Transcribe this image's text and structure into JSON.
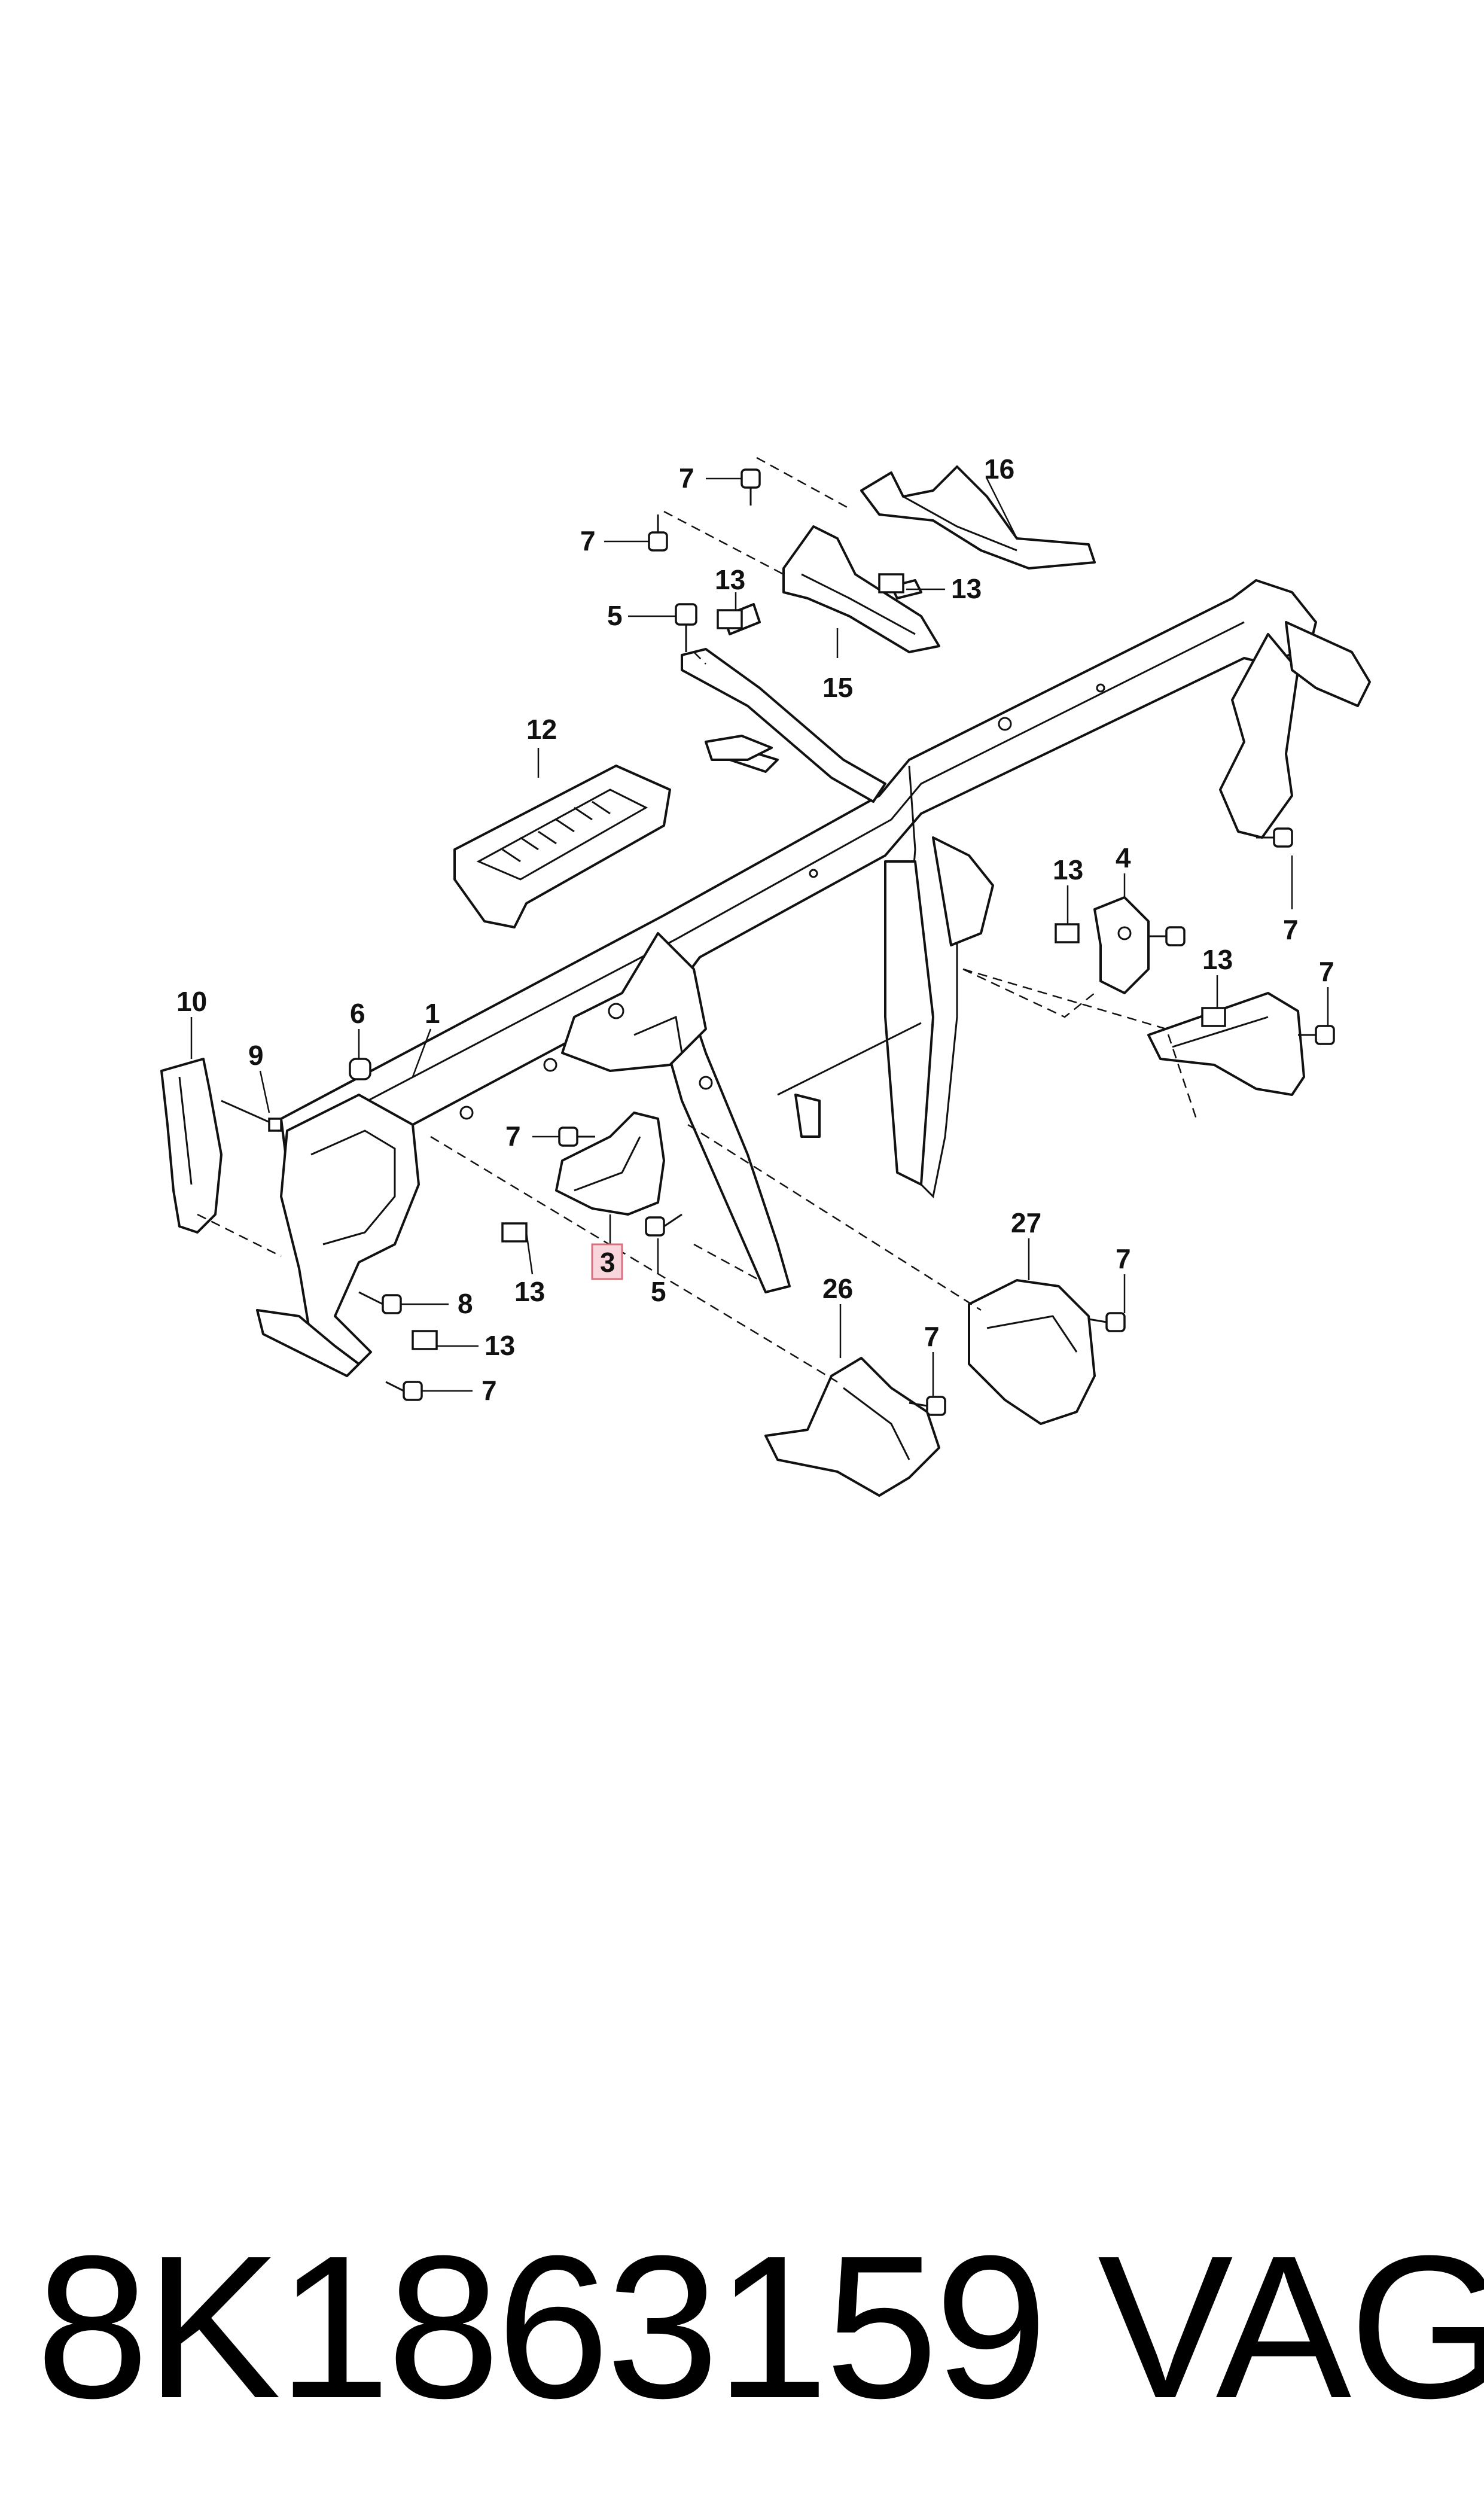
{
  "diagram": {
    "callouts": [
      {
        "id": "c16",
        "text": "16"
      },
      {
        "id": "c7a",
        "text": "7"
      },
      {
        "id": "c7b",
        "text": "7"
      },
      {
        "id": "c13a",
        "text": "13"
      },
      {
        "id": "c13b",
        "text": "13"
      },
      {
        "id": "c5a",
        "text": "5"
      },
      {
        "id": "c15",
        "text": "15"
      },
      {
        "id": "c12",
        "text": "12"
      },
      {
        "id": "c13c",
        "text": "13"
      },
      {
        "id": "c4",
        "text": "4"
      },
      {
        "id": "c7c",
        "text": "7"
      },
      {
        "id": "c13d",
        "text": "13"
      },
      {
        "id": "c7d",
        "text": "7"
      },
      {
        "id": "c10",
        "text": "10"
      },
      {
        "id": "c6",
        "text": "6"
      },
      {
        "id": "c1",
        "text": "1"
      },
      {
        "id": "c9",
        "text": "9"
      },
      {
        "id": "c7e",
        "text": "7"
      },
      {
        "id": "c3",
        "text": "3",
        "highlighted": true
      },
      {
        "id": "c13e",
        "text": "13"
      },
      {
        "id": "c5b",
        "text": "5"
      },
      {
        "id": "c8",
        "text": "8"
      },
      {
        "id": "c13f",
        "text": "13"
      },
      {
        "id": "c7f",
        "text": "7"
      },
      {
        "id": "c27",
        "text": "27"
      },
      {
        "id": "c7g",
        "text": "7"
      },
      {
        "id": "c26",
        "text": "26"
      },
      {
        "id": "c7h",
        "text": "7"
      }
    ],
    "highlight_color": "#f9d6db"
  },
  "footer": {
    "part_number": "8K1863159",
    "brand": "VAG"
  }
}
